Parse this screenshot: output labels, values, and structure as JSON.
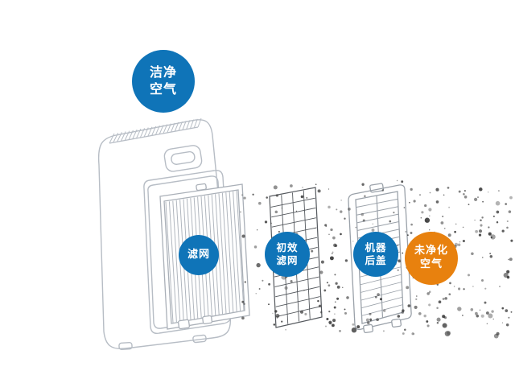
{
  "badges": {
    "clean_air": {
      "line1": "洁净",
      "line2": "空气",
      "color": "#0f74b8"
    },
    "filter": {
      "line1": "滤网",
      "color": "#0f74b8"
    },
    "pre_filter": {
      "line1": "初效",
      "line2": "滤网",
      "color": "#0f74b8"
    },
    "back_cover": {
      "line1": "机器",
      "line2": "后盖",
      "color": "#0f74b8"
    },
    "unpurified_air": {
      "line1": "未净化",
      "line2": "空气",
      "color": "#e8810e"
    }
  },
  "colors": {
    "badge_blue": "#0f74b8",
    "badge_orange": "#e8810e",
    "line_art_light": "#b7bdc5",
    "line_art_medium": "#9aa1a9",
    "grid_dark": "#54585d",
    "particles": "#333333",
    "background": "#ffffff"
  }
}
